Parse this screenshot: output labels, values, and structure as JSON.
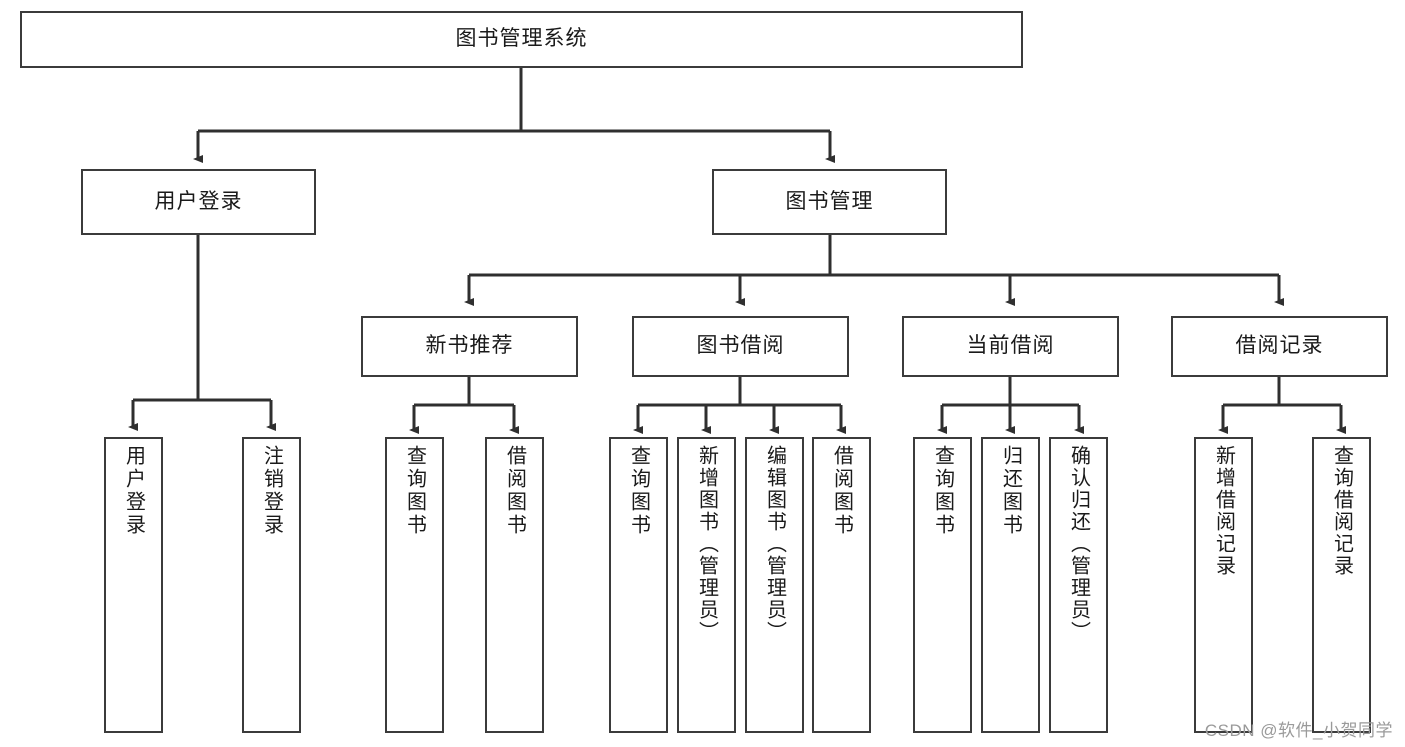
{
  "diagram": {
    "title": "图书管理系统",
    "type": "tree-hierarchy-chart",
    "root": {
      "label": "图书管理系统"
    },
    "branches": [
      {
        "label": "用户登录"
      },
      {
        "label": "图书管理"
      }
    ],
    "groups": [
      {
        "label": "新书推荐"
      },
      {
        "label": "图书借阅"
      },
      {
        "label": "当前借阅"
      },
      {
        "label": "借阅记录"
      }
    ],
    "leaves": [
      {
        "label": "用户登录"
      },
      {
        "label": "注销登录"
      },
      {
        "label": "查询图书"
      },
      {
        "label": "借阅图书"
      },
      {
        "label": "查询图书"
      },
      {
        "label": "新增图书（管理员）"
      },
      {
        "label": "编辑图书（管理员）"
      },
      {
        "label": "借阅图书"
      },
      {
        "label": "查询图书"
      },
      {
        "label": "归还图书"
      },
      {
        "label": "确认归还（管理员）"
      },
      {
        "label": "新增借阅记录"
      },
      {
        "label": "查询借阅记录"
      }
    ]
  },
  "watermark": {
    "text": "CSDN @软件_小贺同学"
  },
  "colors": {
    "border": "#3b3b3b",
    "background": "#ffffff",
    "text": "#1a1a1a",
    "watermark": "#9a9a9a"
  }
}
